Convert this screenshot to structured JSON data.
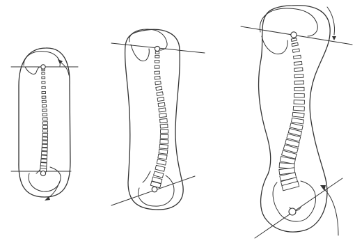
{
  "figure": {
    "colors": {
      "background": "#ffffff",
      "ink": "#333333"
    },
    "panels": [
      {
        "name": "straight-spine",
        "vertebrae_count": 26,
        "rotation_arrows": 2
      },
      {
        "name": "single-curve-spine",
        "vertebrae_count": 26,
        "rotation_arrows": 0
      },
      {
        "name": "s-curve-spine",
        "vertebrae_count": 26,
        "rotation_arrows": 2
      }
    ]
  }
}
